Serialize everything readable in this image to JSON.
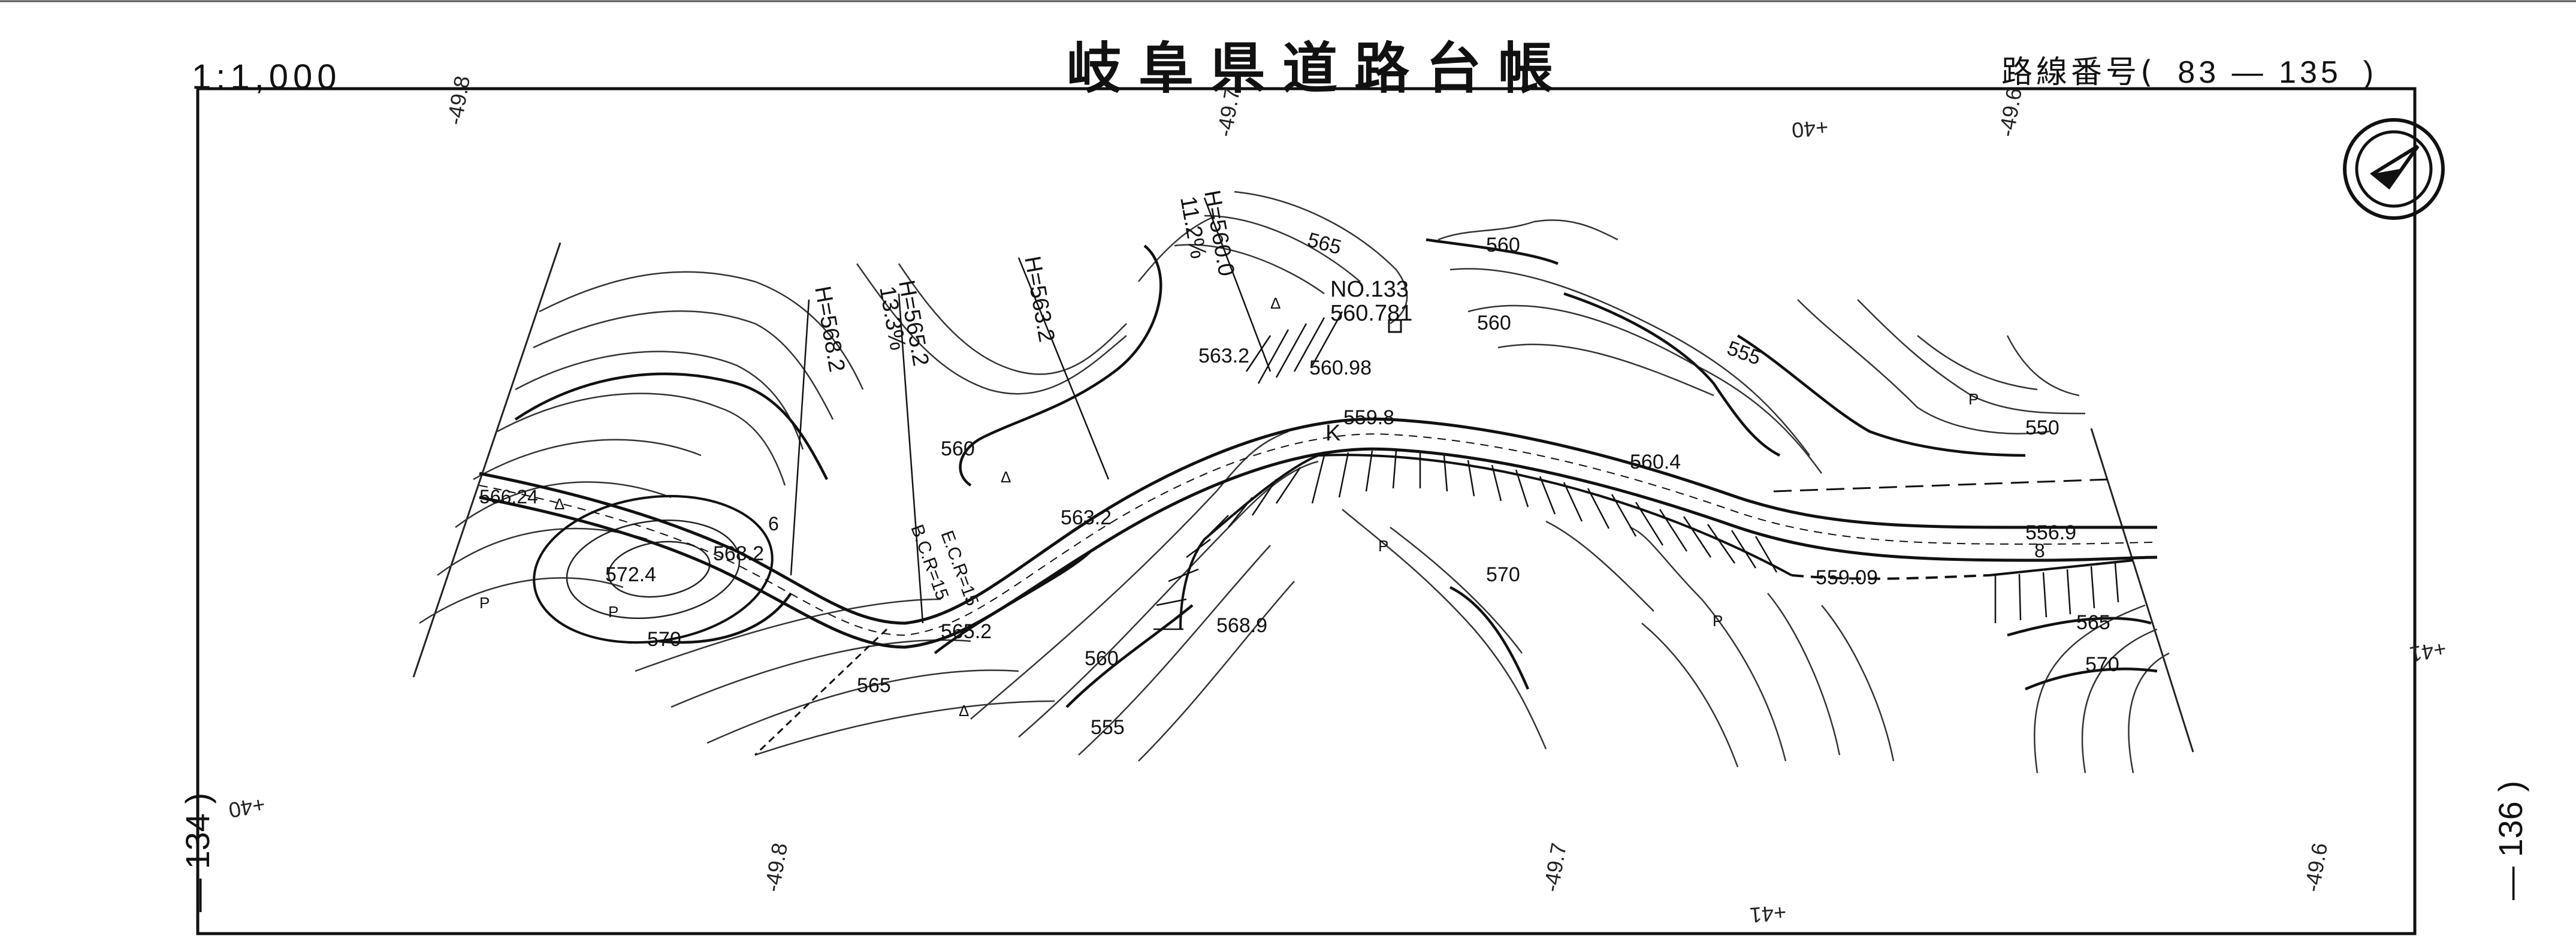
{
  "header": {
    "title": "岐阜県道路台帳",
    "scale": "1:1,000",
    "route_label": "路線番号(",
    "route_number": "83 — 135",
    "route_close": ")"
  },
  "adjacent_pages": {
    "left": "— 134 )",
    "right": "— 136 )"
  },
  "edge_labels": {
    "top_left": "-49.8",
    "top_mid": "-49.7",
    "top_mid2": "+40",
    "top_right": "-49.6",
    "bottom_left": "-49.8",
    "bottom_mid": "-49.7",
    "bottom_mid2": "+41",
    "bottom_right": "-49.6",
    "left_side": "+40",
    "right_side": "+41"
  },
  "map": {
    "station": "NO.133",
    "station_elev": "560.781",
    "leaders": [
      "H=560.0",
      "11.2%",
      "H=568.2",
      "H=565.2",
      "13.3%",
      "H=563.2"
    ],
    "curves": [
      "B.C.R=15",
      "E.C.R=15"
    ],
    "marker_k": "K",
    "elevations": [
      "565",
      "560",
      "560",
      "555",
      "563.2",
      "560.98",
      "559.8",
      "560",
      "560.4",
      "550",
      "566.24",
      "568.2",
      "572.4",
      "570",
      "565",
      "565.2",
      "563.2",
      "568.9",
      "560",
      "555",
      "570",
      "556.9",
      "559.09",
      "565",
      "570"
    ],
    "symbols": [
      "P",
      "P",
      "P",
      "P",
      "P",
      "Δ",
      "Δ",
      "Δ",
      "Δ"
    ],
    "road_mark_6": "6",
    "road_mark_8": "8"
  }
}
